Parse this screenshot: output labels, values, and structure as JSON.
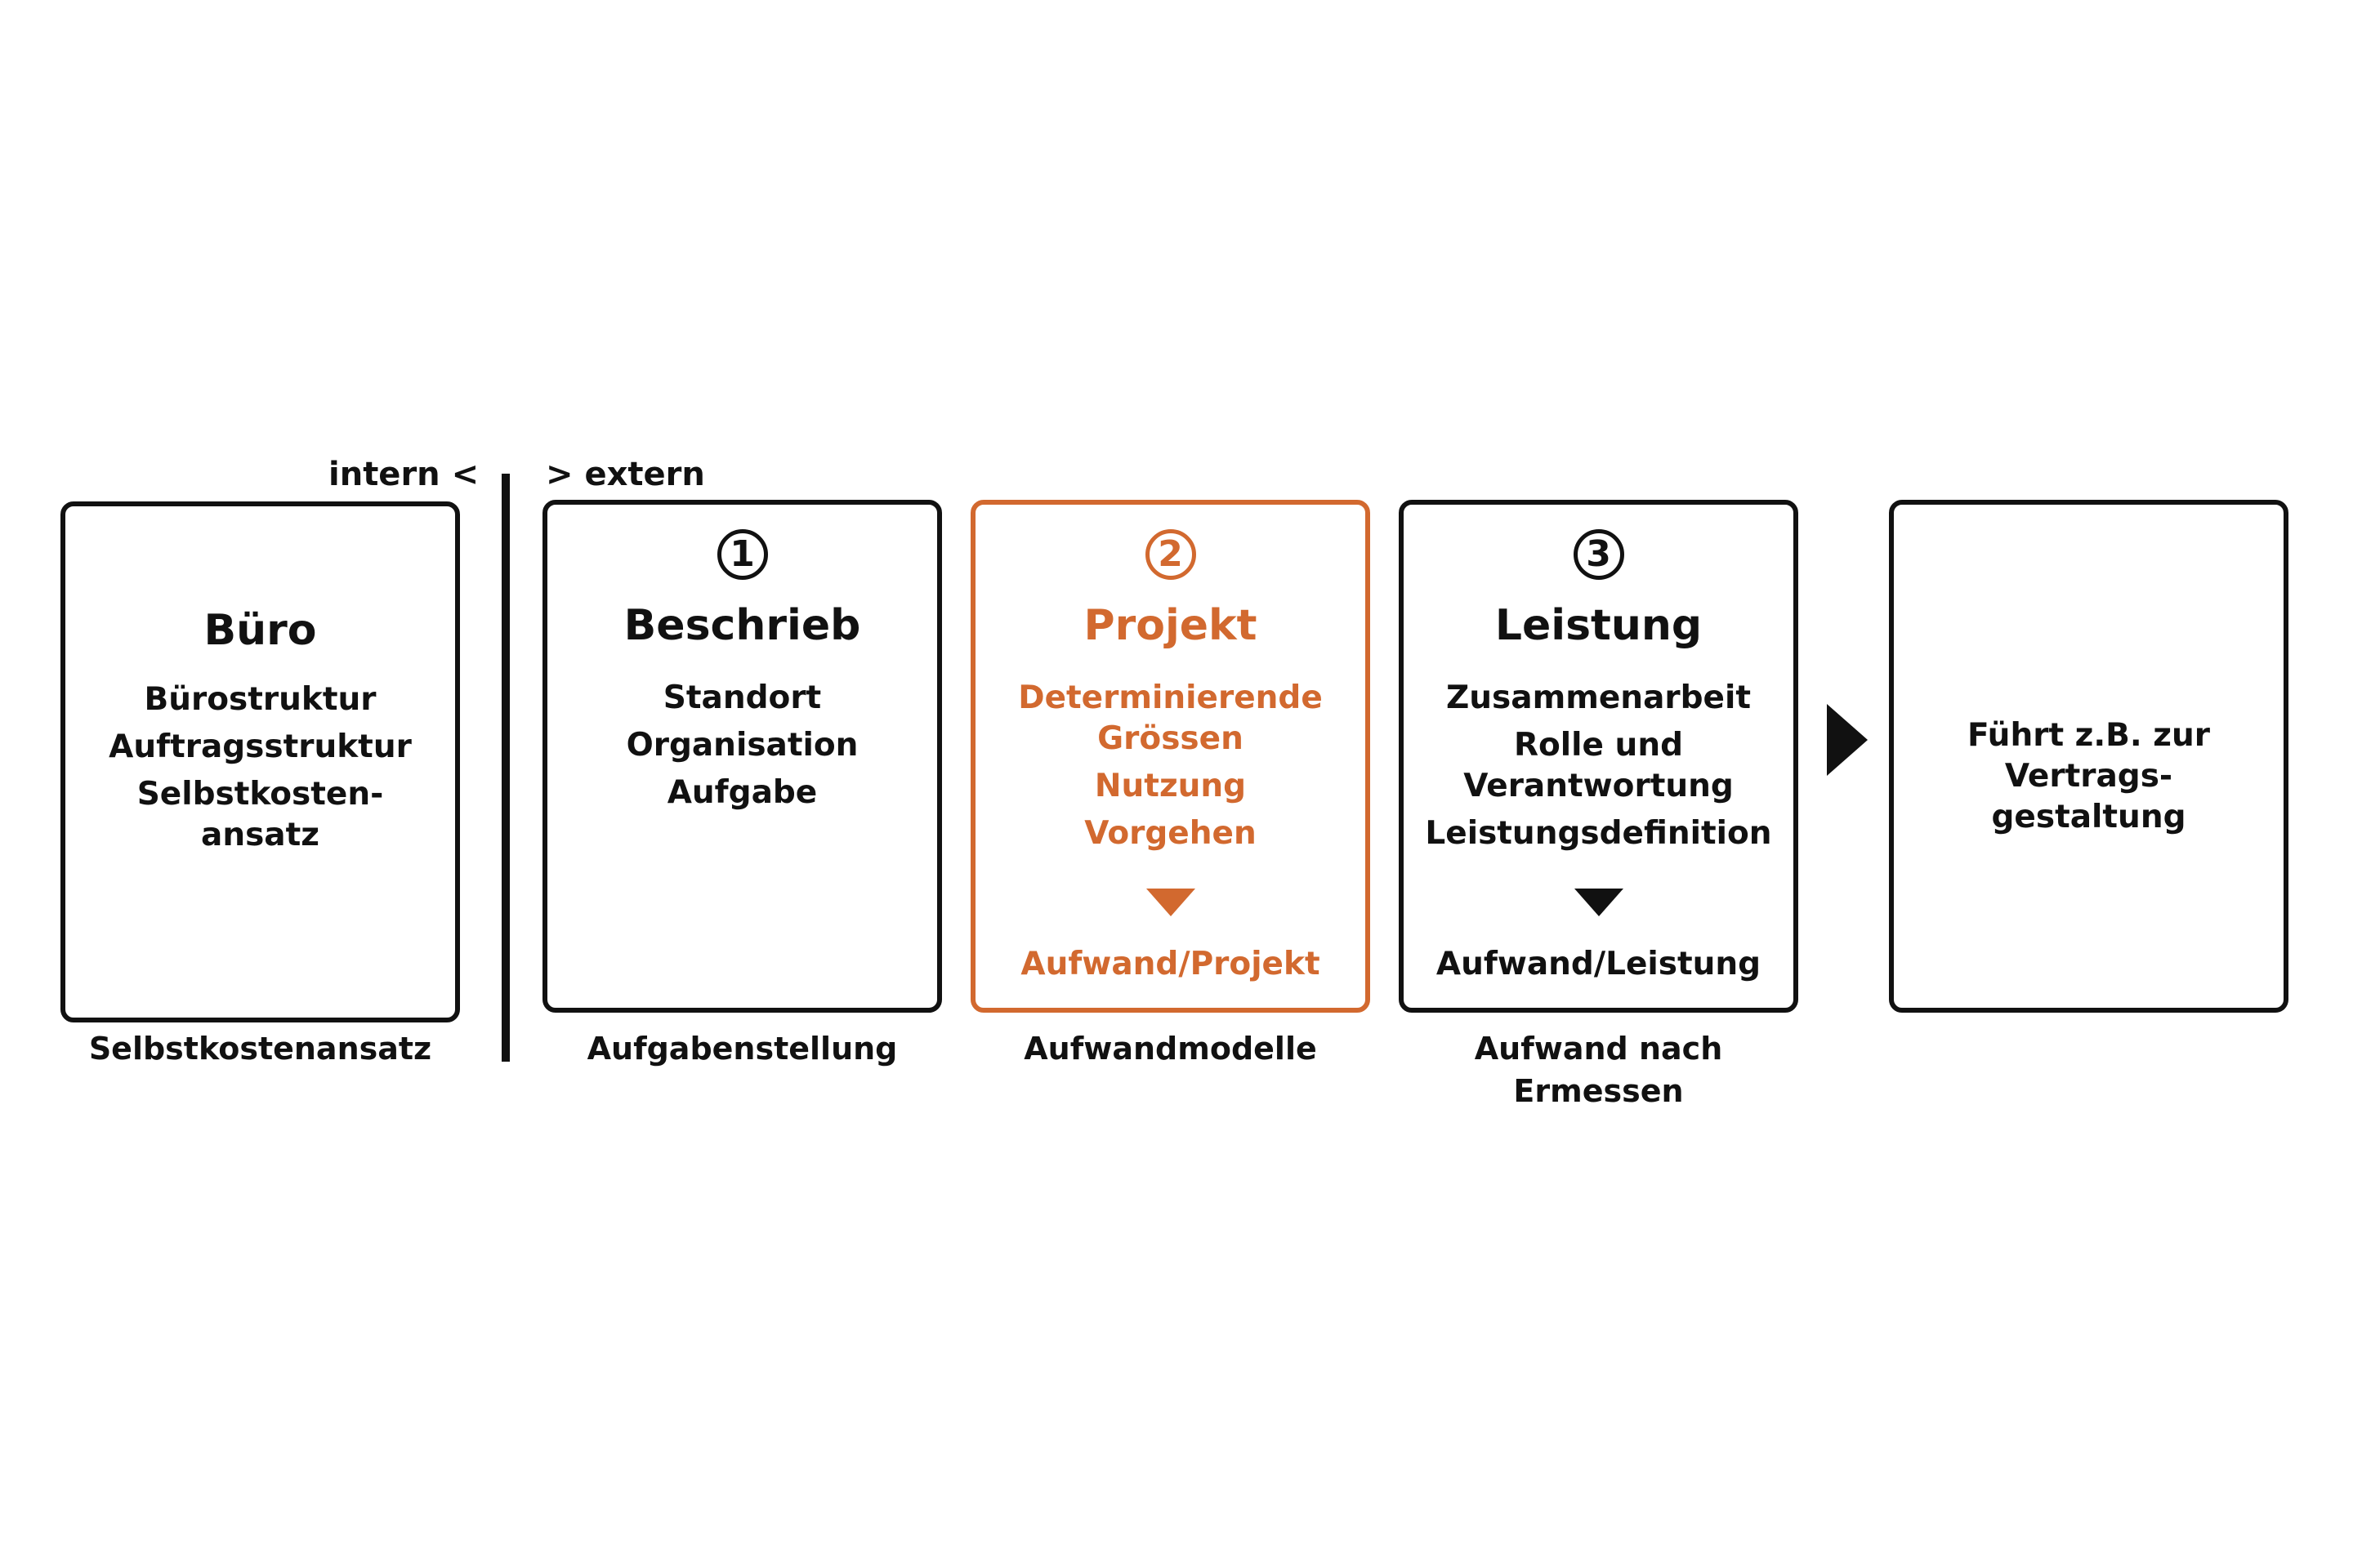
{
  "header": {
    "intern_label": "intern <",
    "extern_label": "> extern"
  },
  "boxes": [
    {
      "badge": "",
      "title": "Büro",
      "items": [
        "Bürostruktur",
        "Auftragsstruktur",
        "Selbstkosten-\nansatz"
      ],
      "result": "",
      "caption": "Selbstkostenansatz",
      "accent": false
    },
    {
      "badge": "1",
      "title": "Beschrieb",
      "items": [
        "Standort",
        "Organisation",
        "Aufgabe"
      ],
      "result": "",
      "caption": "Aufgabenstellung",
      "accent": false
    },
    {
      "badge": "2",
      "title": "Projekt",
      "items": [
        "Determinierende\nGrössen",
        "Nutzung",
        "Vorgehen"
      ],
      "result": "Aufwand/Projekt",
      "caption": "Aufwandmodelle",
      "accent": true
    },
    {
      "badge": "3",
      "title": "Leistung",
      "items": [
        "Zusammenarbeit",
        "Rolle und\nVerantwortung",
        "Leistungsdefinition"
      ],
      "result": "Aufwand/Leistung",
      "caption": "Aufwand nach\nErmessen",
      "accent": false
    },
    {
      "badge": "",
      "title": "",
      "items": [
        "Führt z.B. zur\nVertrags-\ngestaltung"
      ],
      "result": "",
      "caption": "",
      "accent": false
    }
  ],
  "colors": {
    "accent": "#d2692f",
    "ink": "#111111",
    "background": "#ffffff"
  }
}
